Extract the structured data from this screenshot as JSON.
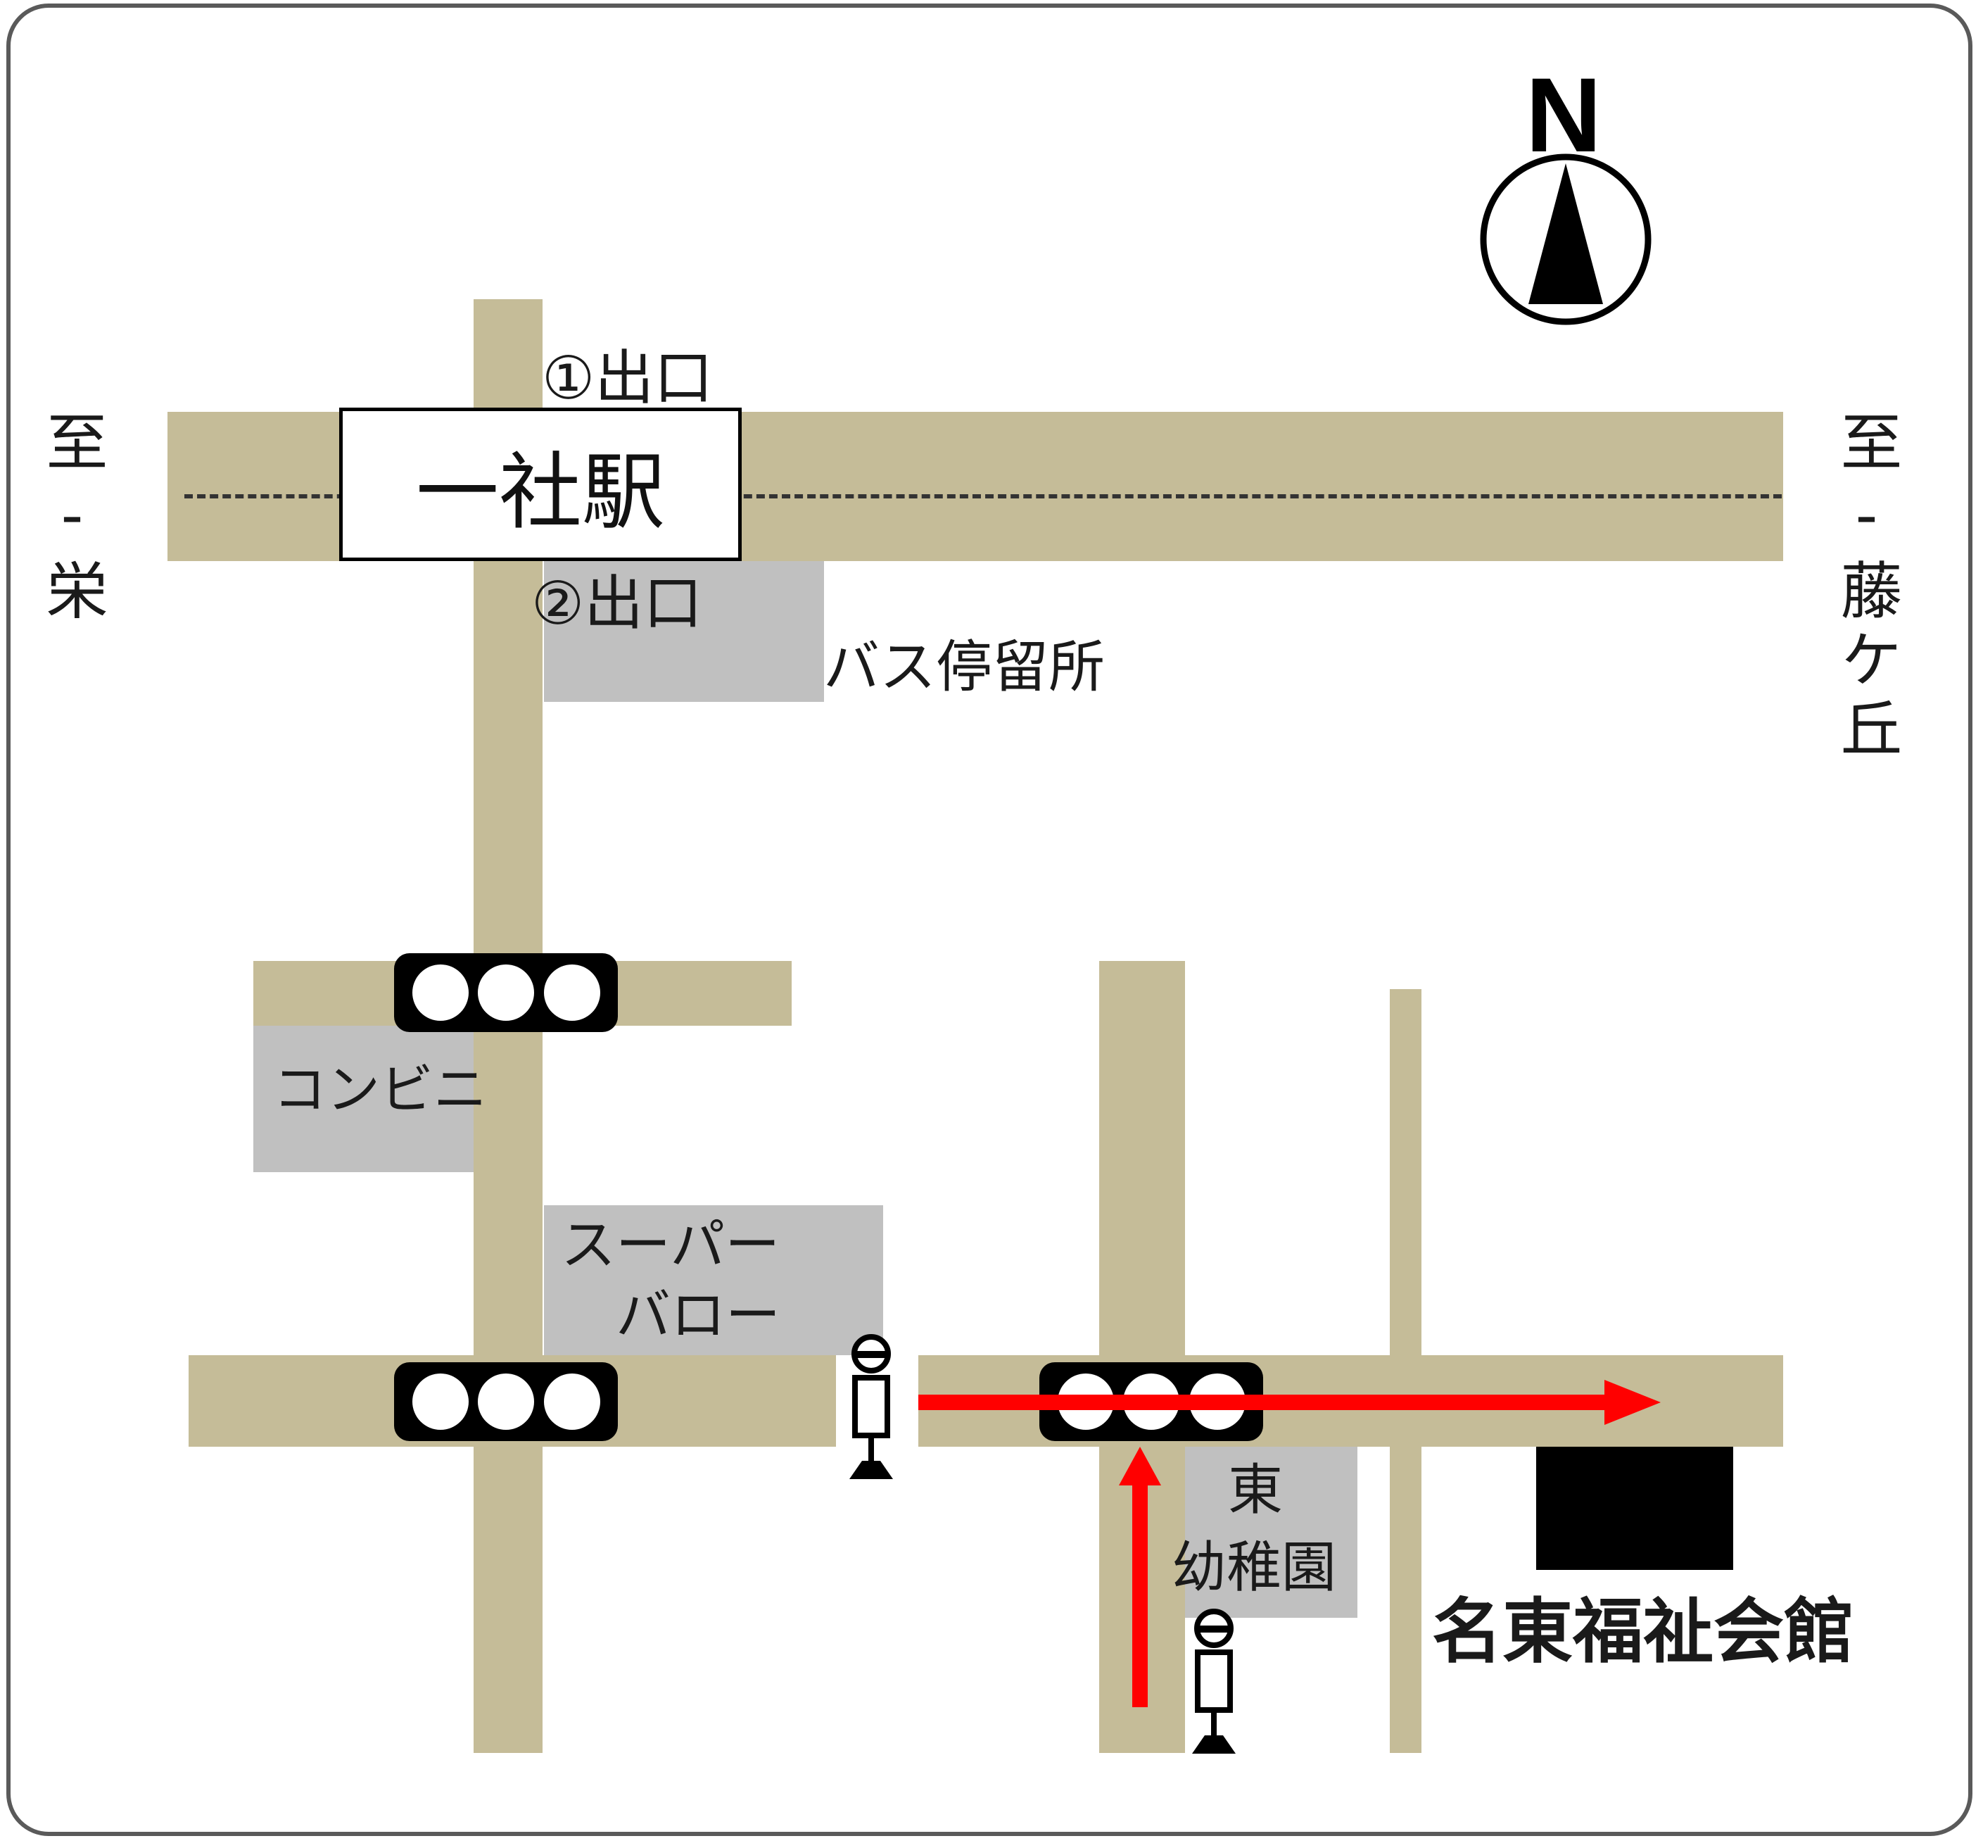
{
  "map": {
    "compass": {
      "letter": "N",
      "icon": "north-arrow-icon"
    },
    "station": {
      "name": "一社駅"
    },
    "exits": {
      "exit1": "①出口",
      "exit2": "②出口"
    },
    "destinations": {
      "west": "至‐栄",
      "east": "至‐藤ケ丘"
    },
    "landmarks": {
      "bus_stop": "バス停留所",
      "convenience_store": "コンビニ",
      "supermarket_line1": "スーパー",
      "supermarket_line2": "バロー",
      "kindergarten_line1": "東",
      "kindergarten_line2": "幼稚園"
    },
    "venue": {
      "name": "名東福祉会館"
    },
    "colors": {
      "road": "#c5bc98",
      "building_block": "#c0c0c0",
      "route_arrow": "#ff0000",
      "venue_marker": "#000000"
    },
    "icons": [
      "traffic-signal-icon",
      "pedestrian-crossing-icon",
      "north-arrow-icon"
    ]
  }
}
